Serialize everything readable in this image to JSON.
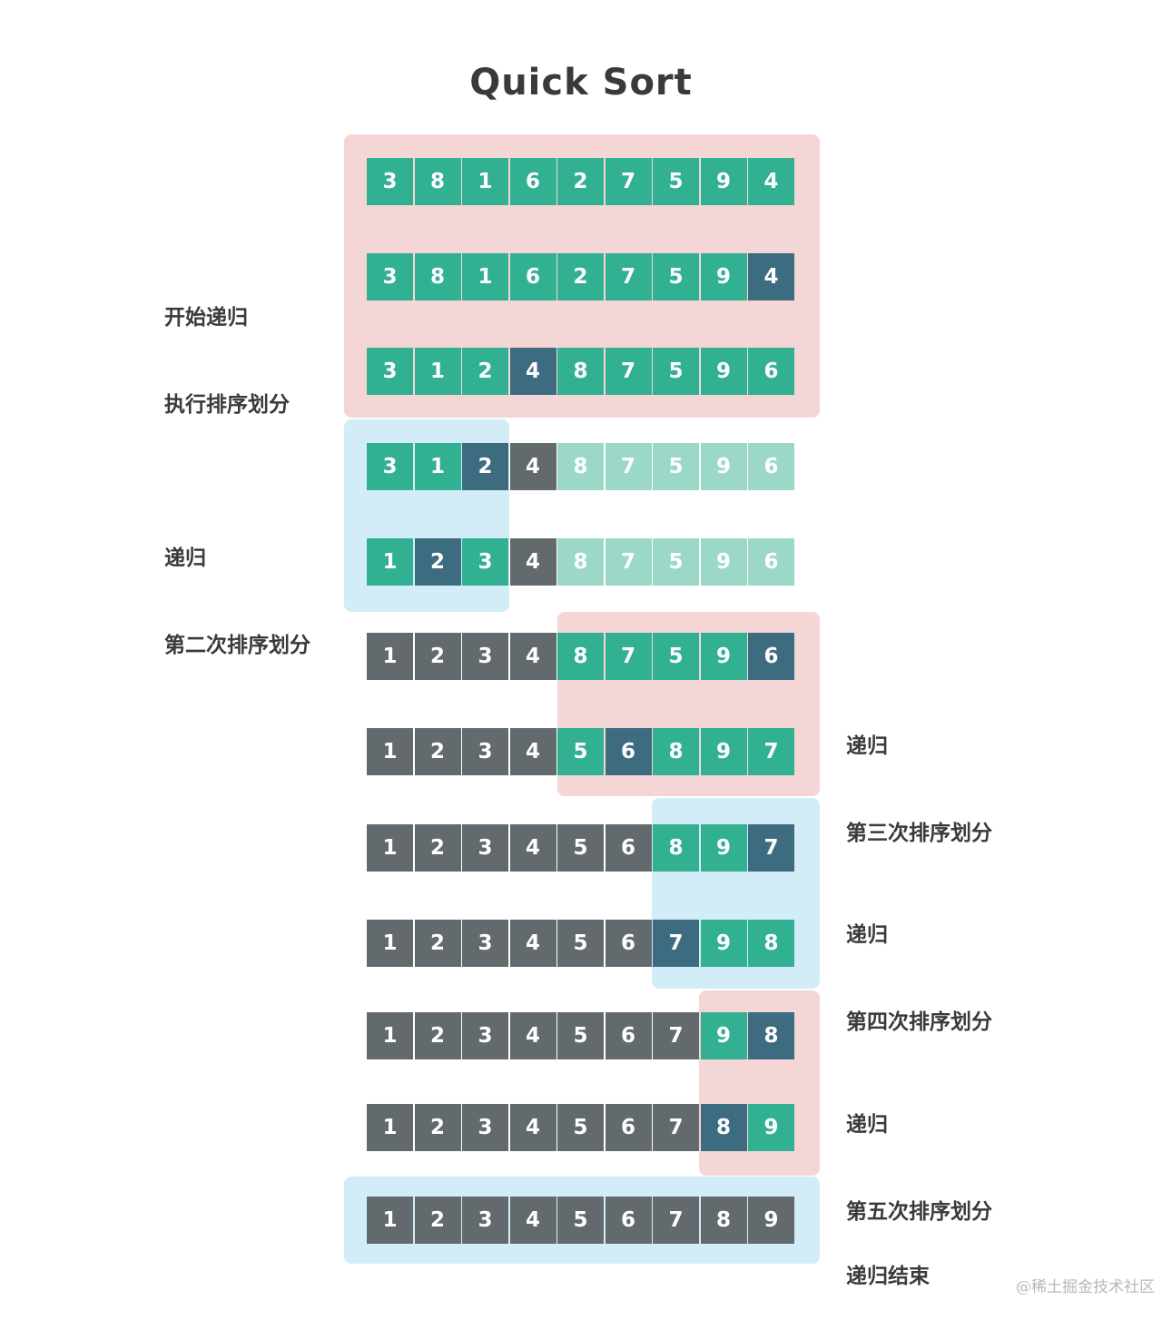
{
  "title": "Quick Sort",
  "colors": {
    "active": "#32b092",
    "pivot": "#3d6b80",
    "sorted": "#636a6d",
    "inactive": "#9bd8c8",
    "pink_region": "#f5d6d6",
    "blue_region": "#d3edf8"
  },
  "legend_labels": {
    "step1": {
      "line1": "开始递归",
      "line2": "执行排序划分"
    },
    "step2": {
      "line1": "递归",
      "line2": "第二次排序划分"
    },
    "step3": {
      "line1": "递归",
      "line2": "第三次排序划分"
    },
    "step4": {
      "line1": "递归",
      "line2": "第四次排序划分"
    },
    "step5": {
      "line1": "递归",
      "line2": "第五次排序划分"
    },
    "end": {
      "line1": "递归结束"
    }
  },
  "rows": [
    {
      "values": [
        "3",
        "8",
        "1",
        "6",
        "2",
        "7",
        "5",
        "9",
        "4"
      ],
      "states": [
        "a",
        "a",
        "a",
        "a",
        "a",
        "a",
        "a",
        "a",
        "a"
      ]
    },
    {
      "values": [
        "3",
        "8",
        "1",
        "6",
        "2",
        "7",
        "5",
        "9",
        "4"
      ],
      "states": [
        "a",
        "a",
        "a",
        "a",
        "a",
        "a",
        "a",
        "a",
        "p"
      ]
    },
    {
      "values": [
        "3",
        "1",
        "2",
        "4",
        "8",
        "7",
        "5",
        "9",
        "6"
      ],
      "states": [
        "a",
        "a",
        "a",
        "p",
        "a",
        "a",
        "a",
        "a",
        "a"
      ]
    },
    {
      "values": [
        "3",
        "1",
        "2",
        "4",
        "8",
        "7",
        "5",
        "9",
        "6"
      ],
      "states": [
        "a",
        "a",
        "p",
        "s",
        "f",
        "f",
        "f",
        "f",
        "f"
      ]
    },
    {
      "values": [
        "1",
        "2",
        "3",
        "4",
        "8",
        "7",
        "5",
        "9",
        "6"
      ],
      "states": [
        "a",
        "p",
        "a",
        "s",
        "f",
        "f",
        "f",
        "f",
        "f"
      ]
    },
    {
      "values": [
        "1",
        "2",
        "3",
        "4",
        "8",
        "7",
        "5",
        "9",
        "6"
      ],
      "states": [
        "s",
        "s",
        "s",
        "s",
        "a",
        "a",
        "a",
        "a",
        "p"
      ]
    },
    {
      "values": [
        "1",
        "2",
        "3",
        "4",
        "5",
        "6",
        "8",
        "9",
        "7"
      ],
      "states": [
        "s",
        "s",
        "s",
        "s",
        "a",
        "p",
        "a",
        "a",
        "a"
      ]
    },
    {
      "values": [
        "1",
        "2",
        "3",
        "4",
        "5",
        "6",
        "8",
        "9",
        "7"
      ],
      "states": [
        "s",
        "s",
        "s",
        "s",
        "s",
        "s",
        "a",
        "a",
        "p"
      ]
    },
    {
      "values": [
        "1",
        "2",
        "3",
        "4",
        "5",
        "6",
        "7",
        "9",
        "8"
      ],
      "states": [
        "s",
        "s",
        "s",
        "s",
        "s",
        "s",
        "p",
        "a",
        "a"
      ]
    },
    {
      "values": [
        "1",
        "2",
        "3",
        "4",
        "5",
        "6",
        "7",
        "9",
        "8"
      ],
      "states": [
        "s",
        "s",
        "s",
        "s",
        "s",
        "s",
        "s",
        "a",
        "p"
      ]
    },
    {
      "values": [
        "1",
        "2",
        "3",
        "4",
        "5",
        "6",
        "7",
        "8",
        "9"
      ],
      "states": [
        "s",
        "s",
        "s",
        "s",
        "s",
        "s",
        "s",
        "p",
        "a"
      ]
    },
    {
      "values": [
        "1",
        "2",
        "3",
        "4",
        "5",
        "6",
        "7",
        "8",
        "9"
      ],
      "states": [
        "s",
        "s",
        "s",
        "s",
        "s",
        "s",
        "s",
        "s",
        "s"
      ]
    }
  ],
  "watermark": "@稀土掘金技术社区"
}
